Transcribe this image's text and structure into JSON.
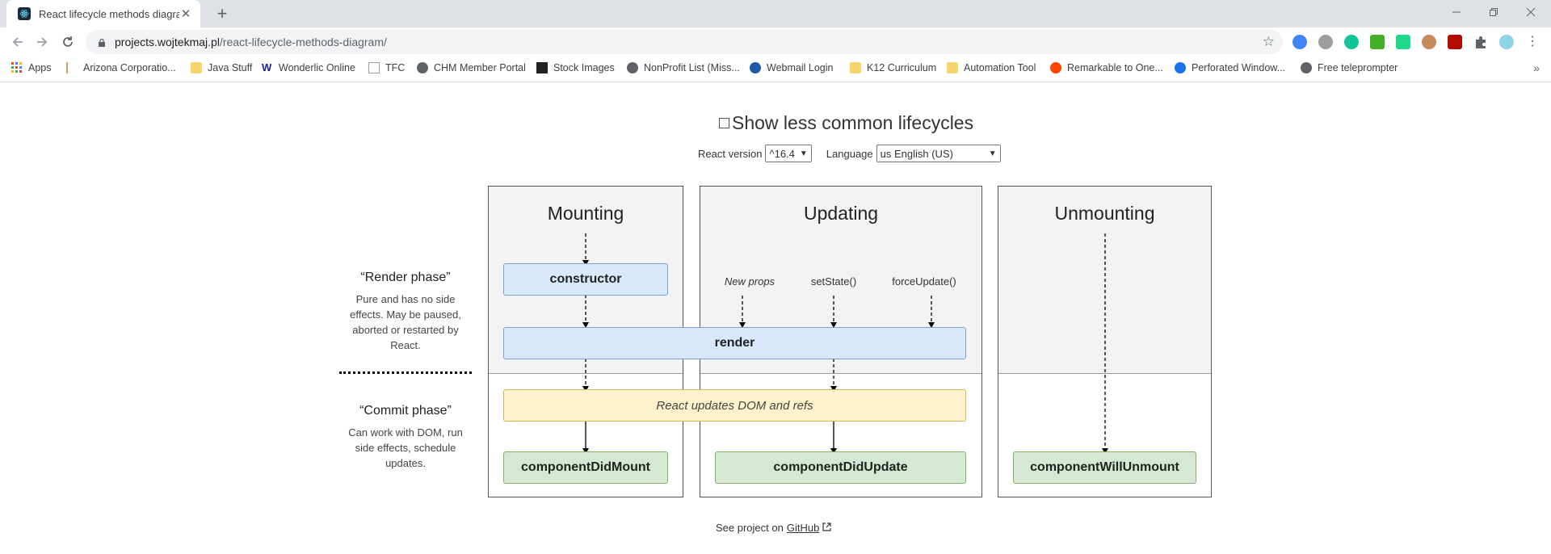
{
  "browser": {
    "tab_title": "React lifecycle methods diagram",
    "url_host": "projects.wojtekmaj.pl",
    "url_path": "/react-lifecycle-methods-diagram/",
    "bookmarks": [
      "Apps",
      "Arizona Corporatio...",
      "Java Stuff",
      "Wonderlic Online",
      "TFC",
      "CHM Member Portal",
      "Stock Images",
      "NonProfit List (Miss...",
      "Webmail Login",
      "K12 Curriculum",
      "Automation Tool",
      "Remarkable to One...",
      "Perforated Window...",
      "Free teleprompter"
    ]
  },
  "page": {
    "toggle_label": "Show less common lifecycles",
    "react_version_label": "React version",
    "react_version_value": "^16.4",
    "language_label": "Language",
    "language_value": "us English (US)",
    "render_phase_title": "“Render phase”",
    "render_phase_desc": "Pure and has no side effects. May be paused, aborted or restarted by React.",
    "commit_phase_title": "“Commit phase”",
    "commit_phase_desc": "Can work with DOM, run side effects, schedule updates.",
    "columns": {
      "mounting": "Mounting",
      "updating": "Updating",
      "unmounting": "Unmounting"
    },
    "triggers": {
      "new_props": "New props",
      "set_state": "setState()",
      "force_update": "forceUpdate()"
    },
    "methods": {
      "constructor": "constructor",
      "render": "render",
      "react_updates": "React updates DOM and refs",
      "did_mount": "componentDidMount",
      "did_update": "componentDidUpdate",
      "will_unmount": "componentWillUnmount"
    },
    "footer_prefix": "See project on",
    "footer_link": "GitHub"
  },
  "colors": {
    "blue_box": "#dae8fc",
    "yellow_box": "#fff2cc",
    "green_box": "#d5e8d4",
    "phase_bg": "#f3f3f3"
  }
}
